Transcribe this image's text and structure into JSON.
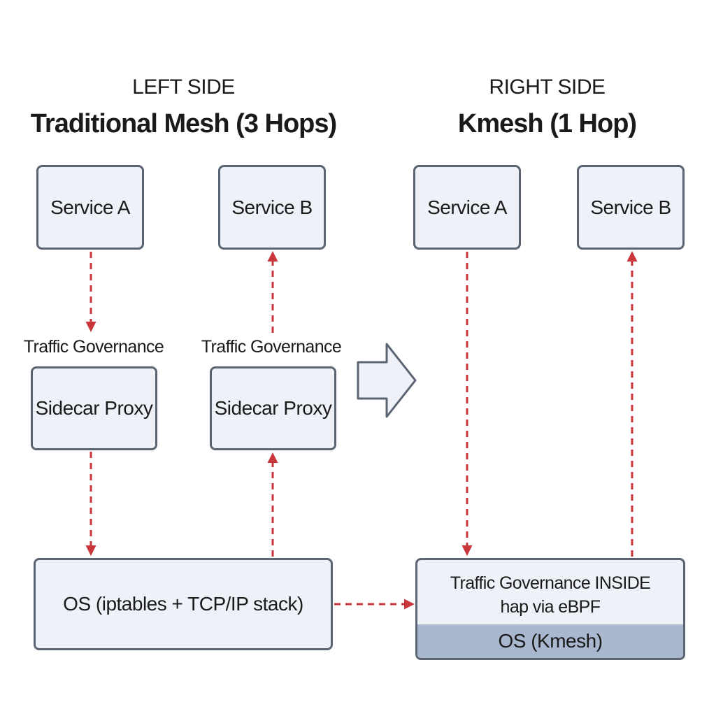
{
  "left": {
    "caption": "LEFT SIDE",
    "title": "Traditional Mesh (3 Hops)",
    "service_a": "Service A",
    "service_b": "Service B",
    "governance_a": "Traffic Governance",
    "governance_b": "Traffic Governance",
    "proxy_a": "Sidecar Proxy",
    "proxy_b": "Sidecar Proxy",
    "os": "OS (iptables + TCP/IP stack)"
  },
  "right": {
    "caption": "RIGHT SIDE",
    "title": "Kmesh (1 Hop)",
    "service_a": "Service A",
    "service_b": "Service B",
    "governance_line1": "Traffic Governance INSIDE",
    "governance_line2": "hap via eBPF",
    "os": "OS (Kmesh)"
  },
  "colors": {
    "box_fill": "#eef2f8",
    "box_border": "#5a6472",
    "arrow": "#c8353a",
    "os_band": "#a9b7cf"
  }
}
